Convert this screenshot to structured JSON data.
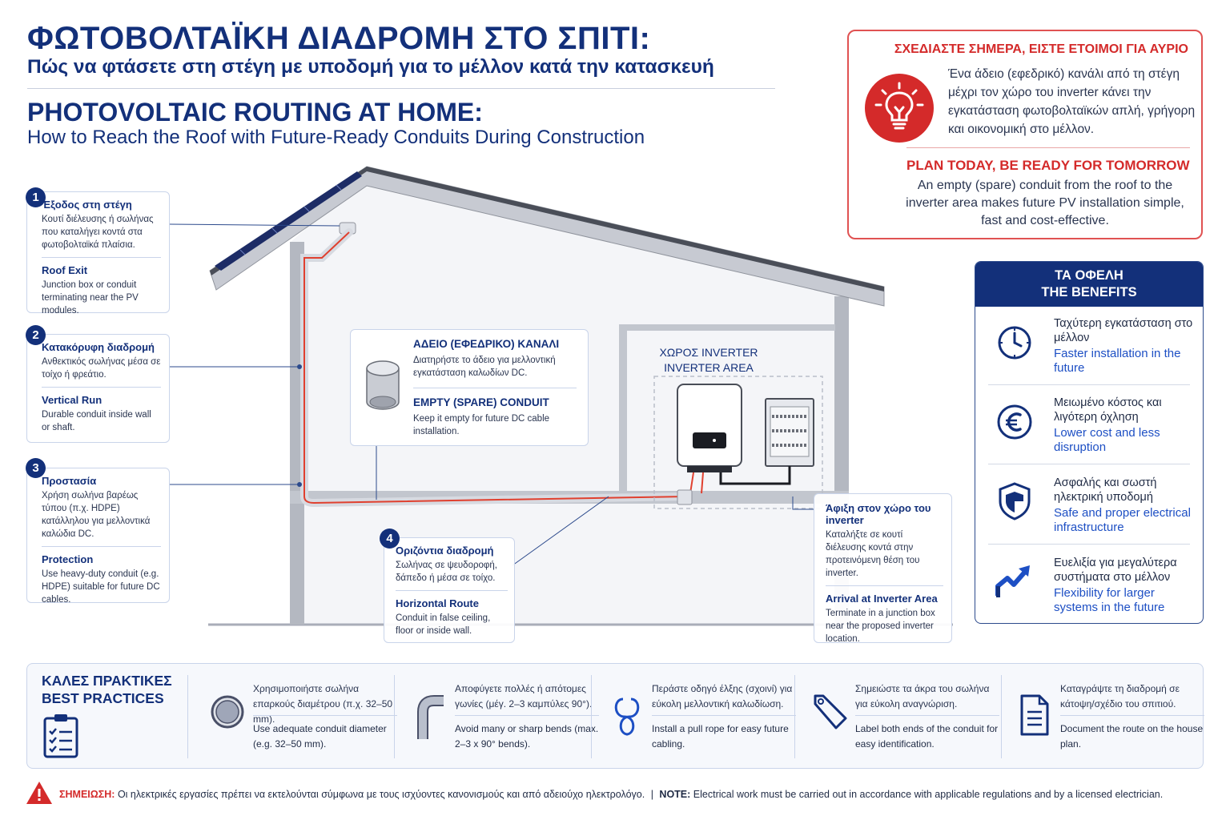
{
  "header": {
    "title_gr": "ΦΩΤΟΒΟΛΤΑΪΚΗ ΔΙΑΔΡΟΜΗ ΣΤΟ ΣΠΙΤΙ:",
    "subtitle_gr": "Πώς να φτάσετε στη στέγη με υποδομή για το μέλλον κατά την κατασκευή",
    "title_en": "PHOTOVOLTAIC ROUTING AT HOME:",
    "subtitle_en": "How to Reach the Roof with Future-Ready Conduits During Construction"
  },
  "plan": {
    "heading_gr": "ΣΧΕΔΙΑΣΤΕ ΣΗΜΕΡΑ, ΕΙΣΤΕ ΕΤΟΙΜΟΙ ΓΙΑ ΑΥΡΙΟ",
    "text_gr": "Ένα άδειο (εφεδρικό) κανάλι από τη στέγη μέχρι τον χώρο του inverter κάνει την εγκατάσταση φωτοβολταϊκών απλή, γρήγορη και οικονομική στο μέλλον.",
    "heading_en": "PLAN TODAY, BE READY FOR TOMORROW",
    "text_en": "An empty (spare) conduit from the roof to the inverter area makes future PV installation simple, fast and cost-effective.",
    "icon": "lightbulb-icon"
  },
  "steps": [
    {
      "num": "1",
      "title_gr": "Έξοδος στη στέγη",
      "text_gr": "Κουτί διέλευσης ή σωλήνας που καταλήγει κοντά στα φωτοβολταϊκά πλαίσια.",
      "title_en": "Roof Exit",
      "text_en": "Junction box or conduit terminating near the PV modules."
    },
    {
      "num": "2",
      "title_gr": "Κατακόρυφη διαδρομή",
      "text_gr": "Ανθεκτικός σωλήνας μέσα σε τοίχο ή φρεάτιο.",
      "title_en": "Vertical Run",
      "text_en": "Durable conduit inside wall or shaft."
    },
    {
      "num": "3",
      "title_gr": "Προστασία",
      "text_gr": "Χρήση σωλήνα βαρέως τύπου (π.χ. HDPE) κατάλληλου για μελλοντικά καλώδια DC.",
      "title_en": "Protection",
      "text_en": "Use heavy-duty conduit (e.g. HDPE) suitable for future DC cables."
    },
    {
      "num": "4",
      "title_gr": "Οριζόντια διαδρομή",
      "text_gr": "Σωλήνας σε ψευδοροφή, δάπεδο ή μέσα σε τοίχο.",
      "title_en": "Horizontal Route",
      "text_en": "Conduit in false ceiling, floor or inside wall."
    }
  ],
  "empty_conduit": {
    "title_gr": "ΑΔΕΙΟ (ΕΦΕΔΡΙΚΟ) ΚΑΝΑΛΙ",
    "text_gr": "Διατηρήστε το άδειο για μελλοντική εγκατάσταση καλωδίων DC.",
    "title_en": "EMPTY (SPARE) CONDUIT",
    "text_en": "Keep it empty for future DC cable installation."
  },
  "inverter_area": {
    "label_gr": "ΧΩΡΟΣ INVERTER",
    "label_en": "INVERTER AREA"
  },
  "arrival": {
    "title_gr": "Άφιξη στον χώρο του inverter",
    "text_gr": "Καταλήξτε σε κουτί διέλευσης κοντά στην προτεινόμενη θέση του inverter.",
    "title_en": "Arrival at Inverter Area",
    "text_en": "Terminate in a junction box near the proposed inverter location."
  },
  "benefits": {
    "heading_gr": "ΤΑ ΟΦΕΛΗ",
    "heading_en": "THE BENEFITS",
    "items": [
      {
        "icon": "clock-icon",
        "gr": "Ταχύτερη εγκατάσταση στο μέλλον",
        "en": "Faster installation in the future"
      },
      {
        "icon": "euro-icon",
        "gr": "Μειωμένο κόστος και λιγότερη όχληση",
        "en": "Lower cost and less disruption"
      },
      {
        "icon": "shield-icon",
        "gr": "Ασφαλής και σωστή ηλεκτρική υποδομή",
        "en": "Safe and proper electrical infrastructure"
      },
      {
        "icon": "growth-arrow-icon",
        "gr": "Ευελιξία για μεγαλύτερα συστήματα στο μέλλον",
        "en": "Flexibility for larger systems in the future"
      }
    ]
  },
  "best_practices": {
    "heading_gr": "ΚΑΛΕΣ ΠΡΑΚΤΙΚΕΣ",
    "heading_en": "BEST PRACTICES",
    "items": [
      {
        "icon": "conduit-diameter-icon",
        "gr": "Χρησιμοποιήστε σωλήνα επαρκούς διαμέτρου (π.χ. 32–50 mm).",
        "en": "Use adequate conduit diameter (e.g. 32–50 mm)."
      },
      {
        "icon": "bend-icon",
        "gr": "Αποφύγετε πολλές ή απότομες γωνίες (μέγ. 2–3 καμπύλες 90°).",
        "en": "Avoid many or sharp bends (max. 2–3 x 90° bends)."
      },
      {
        "icon": "pull-rope-icon",
        "gr": "Περάστε οδηγό έλξης (σχοινί) για εύκολη μελλοντική καλωδίωση.",
        "en": "Install a pull rope for easy future cabling."
      },
      {
        "icon": "label-tag-icon",
        "gr": "Σημειώστε τα άκρα του σωλήνα για εύκολη αναγνώριση.",
        "en": "Label both ends of the conduit for easy identification."
      },
      {
        "icon": "document-icon",
        "gr": "Καταγράψτε τη διαδρομή σε κάτοψη/σχέδιο του σπιτιού.",
        "en": "Document the route on the house plan."
      }
    ]
  },
  "note": {
    "label_gr": "ΣΗΜΕΙΩΣΗ:",
    "text_gr": "Οι ηλεκτρικές εργασίες πρέπει να εκτελούνται σύμφωνα με τους ισχύοντες κανονισμούς και από αδειούχο ηλεκτρολόγο.",
    "separator": "|",
    "label_en": "NOTE:",
    "text_en": "Electrical work must be carried out in accordance with applicable regulations and by a licensed electrician.",
    "icon": "warning-icon"
  }
}
